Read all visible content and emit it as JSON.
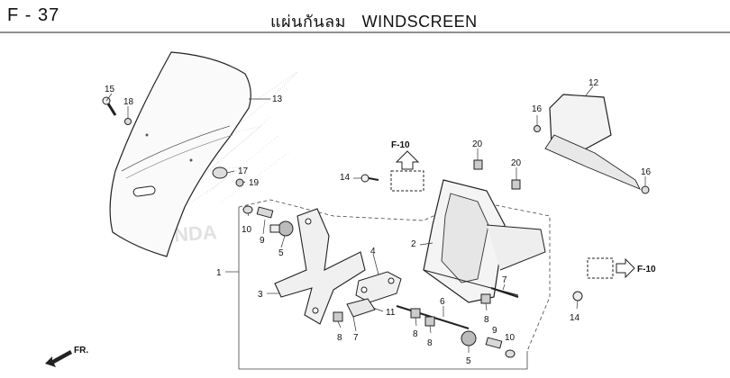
{
  "header": {
    "page_code": "F - 37",
    "title_thai": "แผ่นกันลม",
    "title_en": "WINDSCREEN"
  },
  "watermark_text": "HONDA",
  "references": {
    "ref_top": "F-10",
    "ref_right": "F-10"
  },
  "direction_marker": "FR.",
  "callouts": {
    "c1": "1",
    "c2": "2",
    "c3": "3",
    "c4": "4",
    "c5a": "5",
    "c5b": "5",
    "c6": "6",
    "c7a": "7",
    "c7b": "7",
    "c8a": "8",
    "c8b": "8",
    "c8c": "8",
    "c8d": "8",
    "c9a": "9",
    "c9b": "9",
    "c10a": "10",
    "c10b": "10",
    "c11": "11",
    "c12": "12",
    "c13": "13",
    "c14a": "14",
    "c14b": "14",
    "c15": "15",
    "c16a": "16",
    "c16b": "16",
    "c17": "17",
    "c18": "18",
    "c19": "19",
    "c20a": "20",
    "c20b": "20"
  }
}
